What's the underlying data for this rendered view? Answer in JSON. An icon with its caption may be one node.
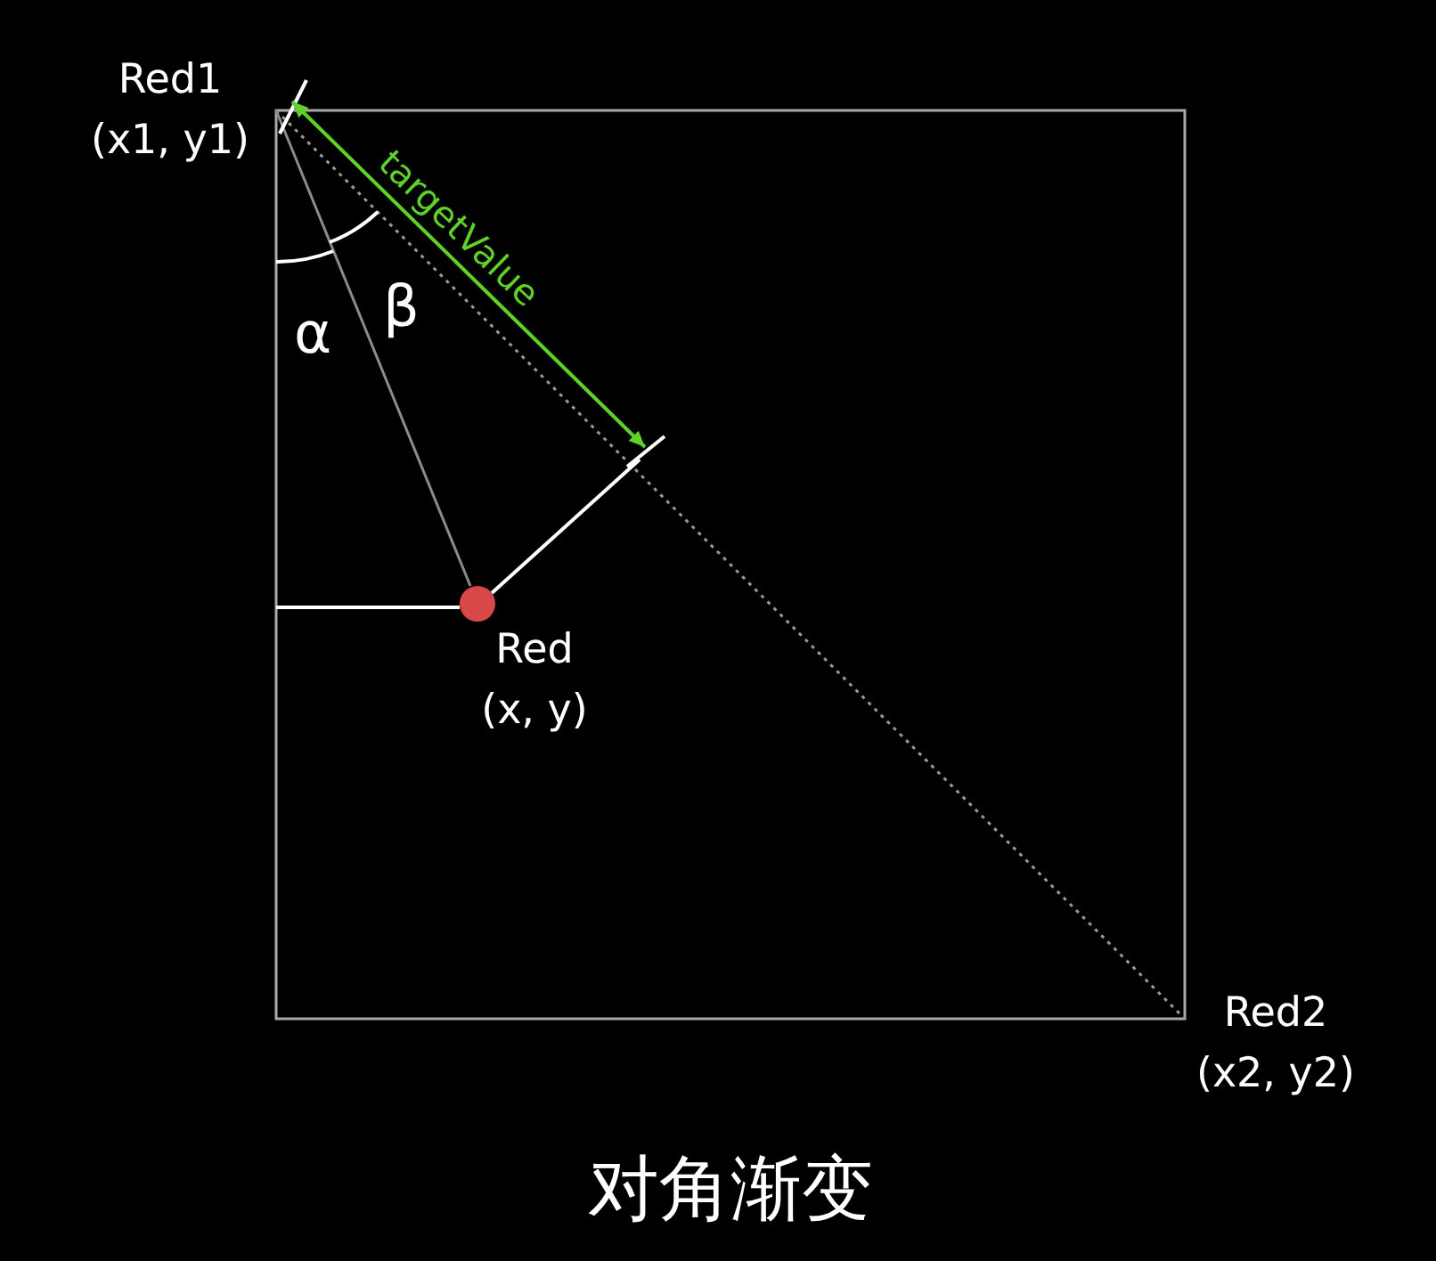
{
  "diagram": {
    "caption": "对角渐变",
    "nodes": [
      {
        "text": [
          "Red1",
          "(x1, y1)"
        ]
      },
      {
        "text": [
          "Red",
          "(x, y)"
        ]
      },
      {
        "text": [
          "Red2",
          "(x2, y2)"
        ]
      }
    ],
    "edges": [
      {
        "from": 0,
        "to": 2,
        "arrow": "none",
        "style": "dashed",
        "color": "#9a9a9a"
      },
      {
        "from": 0,
        "to": 1,
        "arrow": "none",
        "color": "#8c8c8c"
      }
    ],
    "labels": [
      "α",
      "β",
      "targetValue"
    ]
  }
}
